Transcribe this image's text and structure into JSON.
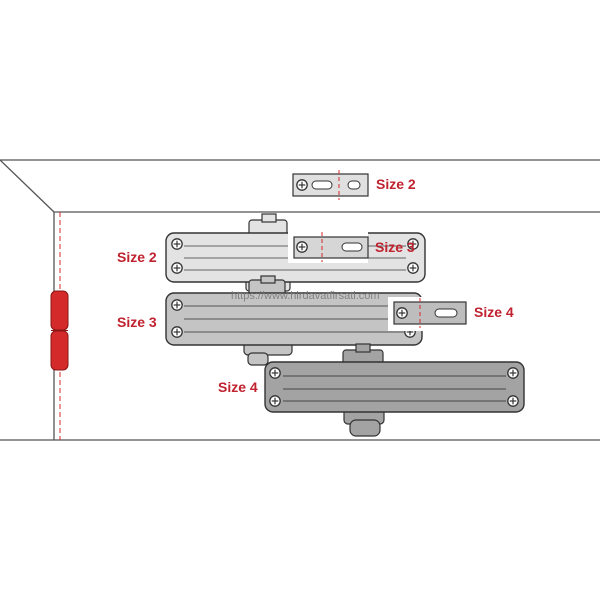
{
  "labels": {
    "bracket_top": "Size 2",
    "closer_size2": "Size 2",
    "bracket_size3": "Size 3",
    "closer_size3": "Size 3",
    "bracket_size4": "Size 4",
    "closer_size4": "Size 4"
  },
  "watermark": "https://www.hirdavatfirsati.com",
  "colors": {
    "label": "#c0222f",
    "hinge": "#d42a2a",
    "frame_line": "#555555",
    "dash": "#d42a2a",
    "closer_size2": "#e3e3e3",
    "closer_size3": "#c4c4c4",
    "closer_size4": "#a3a3a3"
  },
  "icons": [
    "door-hinge-icon",
    "screw-icon"
  ]
}
